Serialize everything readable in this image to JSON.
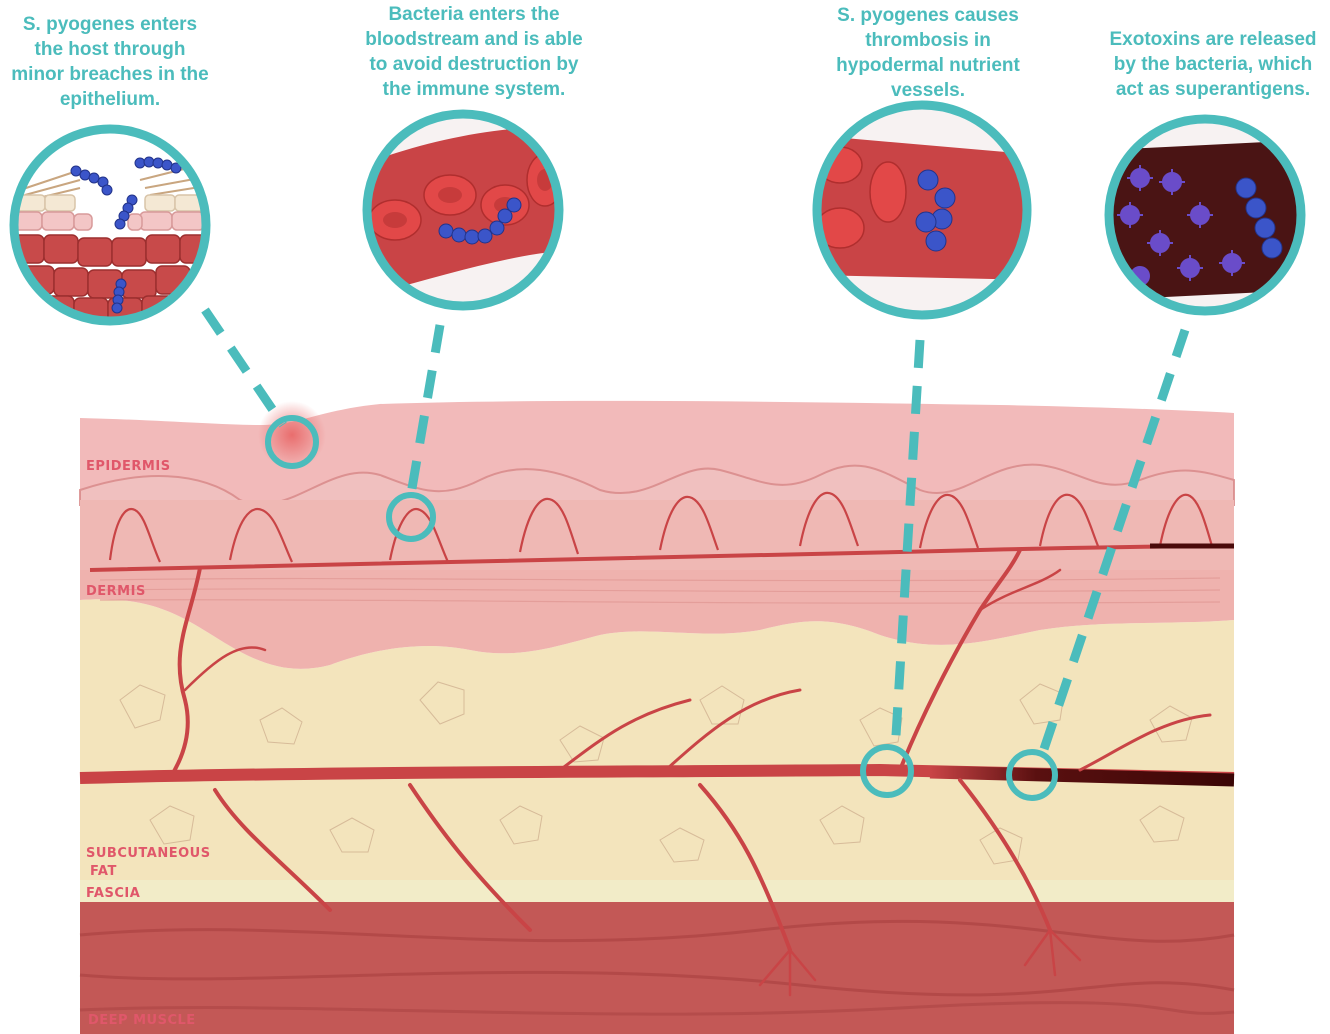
{
  "captions": [
    "S. pyogenes enters the host through minor breaches in the epithelium.",
    "Bacteria enters the bloodstream and is able to avoid destruction by the immune system.",
    "S. pyogenes causes thrombosis in hypodermal nutrient vessels.",
    "Exotoxins are released by the bacteria, which act as superantigens."
  ],
  "layers": {
    "epidermis": "EPIDERMIS",
    "dermis": "DERMIS",
    "fat_line1": "SUBCUTANEOUS",
    "fat_line2": "FAT",
    "fascia": "FASCIA",
    "muscle": "DEEP MUSCLE"
  },
  "colors": {
    "accent": "#4bbcbc",
    "label": "#e0576a",
    "epidermis": "#f2b8b8",
    "dermis": "#f0b3b0",
    "fat": "#f3e6c0",
    "fascia": "#f2ecc8",
    "muscle": "#c65a58",
    "vessel": "#c94446",
    "bacteria": "#3b55c9"
  },
  "icons": [
    "bacteria-chain-icon",
    "red-blood-cell-icon",
    "exotoxin-icon",
    "skin-cell-icon"
  ]
}
